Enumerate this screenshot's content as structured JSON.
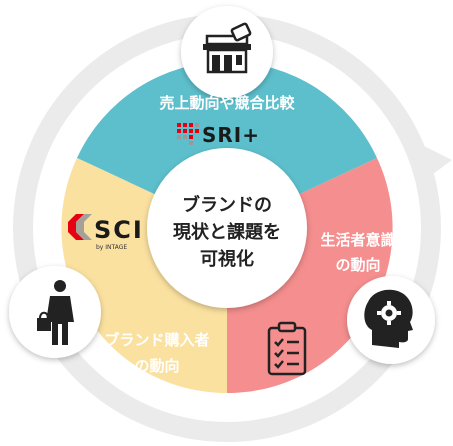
{
  "center": {
    "line1": "ブランドの",
    "line2": "現状と課題を",
    "line3": "可視化"
  },
  "top_segment": {
    "label": "売上動向や競合比較",
    "logo_text": "SRI+",
    "color": "#5dbfcc",
    "icon": "store-icon"
  },
  "right_segment": {
    "label_line1": "生活者意識",
    "label_line2": "の動向",
    "color": "#f58e8e",
    "icons": [
      "head-gear-icon",
      "clipboard-checklist-icon"
    ]
  },
  "left_segment": {
    "label_line1": "ブランド購入者",
    "label_line2": "の動向",
    "color": "#fbe1a0",
    "logo_text": "SCI",
    "logo_sub": "by INTAGE",
    "icon": "shopper-with-bag-icon"
  },
  "colors": {
    "ring": "#ebebeb",
    "dark": "#222222",
    "logo_red": "#e60012"
  }
}
